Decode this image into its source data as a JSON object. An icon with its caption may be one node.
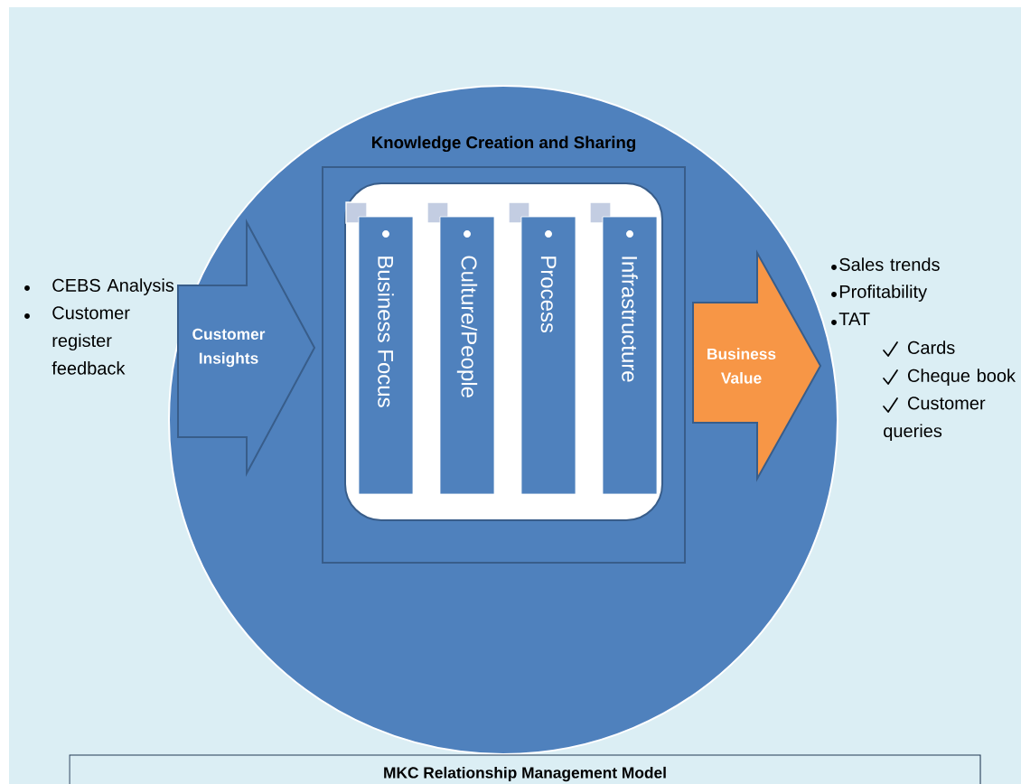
{
  "diagram": {
    "caption": "MKC Relationship Management Model",
    "nodes": [
      {
        "text": [],
        "shape": "circle"
      },
      {
        "text": [
          "Knowledge Creation and Sharing"
        ],
        "in": 0
      },
      {
        "text": [],
        "shape": "box",
        "in": 1
      },
      {
        "text": [
          "Business  Focus"
        ],
        "in": 2
      },
      {
        "text": [
          "Culture/People"
        ],
        "in": 2
      },
      {
        "text": [
          "Process"
        ],
        "in": 2
      },
      {
        "text": [
          "Infrastructure"
        ],
        "in": 2
      },
      {
        "text": [
          "Customer Insights"
        ],
        "in": 0
      },
      {
        "text": [
          "Business Value"
        ],
        "in": 0
      }
    ],
    "labels": [
      "CEBS Analysis",
      "Customer register feedback",
      "Sales trends",
      "Profitability",
      "TAT",
      "Cards",
      "Cheque book",
      "Customer queries"
    ]
  }
}
